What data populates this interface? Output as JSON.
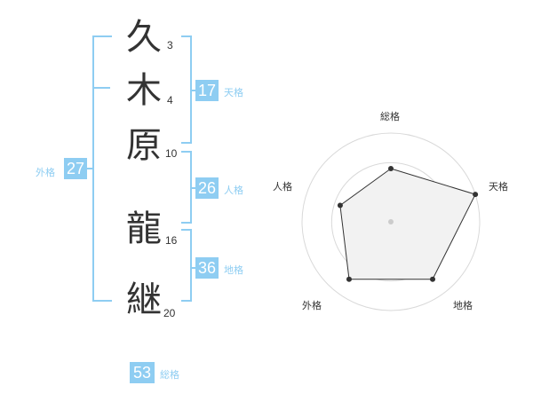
{
  "name": {
    "characters": [
      {
        "char": "久",
        "strokes": "3"
      },
      {
        "char": "木",
        "strokes": "4"
      },
      {
        "char": "原",
        "strokes": "10"
      },
      {
        "char": "龍",
        "strokes": "16"
      },
      {
        "char": "継",
        "strokes": "20"
      }
    ]
  },
  "fortunes": {
    "tenkaku": {
      "value": "17",
      "label": "天格"
    },
    "jinkaku": {
      "value": "26",
      "label": "人格"
    },
    "chikaku": {
      "value": "36",
      "label": "地格"
    },
    "gaikaku": {
      "value": "27",
      "label": "外格"
    },
    "soukaku": {
      "value": "53",
      "label": "総格"
    }
  },
  "chart_data": {
    "type": "radar",
    "axes": [
      "総格",
      "天格",
      "地格",
      "外格",
      "人格"
    ],
    "values": [
      3,
      5,
      4,
      4,
      3
    ],
    "max": 5,
    "rings": 3,
    "colors": {
      "fill": "#f2f2f2",
      "line": "#333333",
      "grid": "#d9d9d9",
      "point": "#333333",
      "center": "#cccccc"
    }
  }
}
